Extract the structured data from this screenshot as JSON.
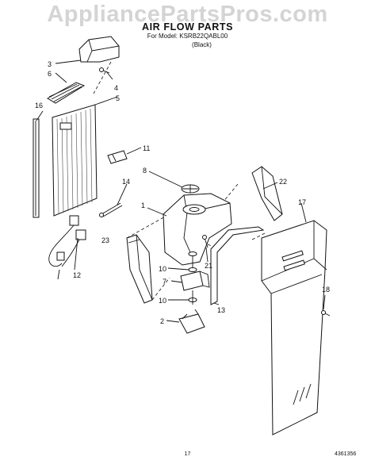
{
  "watermark": "AppliancePartsPros.com",
  "title": "AIR FLOW PARTS",
  "model_line": "For Model: KSRB22QABL00",
  "color_line": "(Black)",
  "page_number": "17",
  "document_number": "4361356",
  "callouts": [
    "1",
    "2",
    "3",
    "4",
    "5",
    "6",
    "7",
    "8",
    "10",
    "10",
    "11",
    "12",
    "13",
    "14",
    "16",
    "17",
    "18",
    "21",
    "22",
    "23"
  ]
}
